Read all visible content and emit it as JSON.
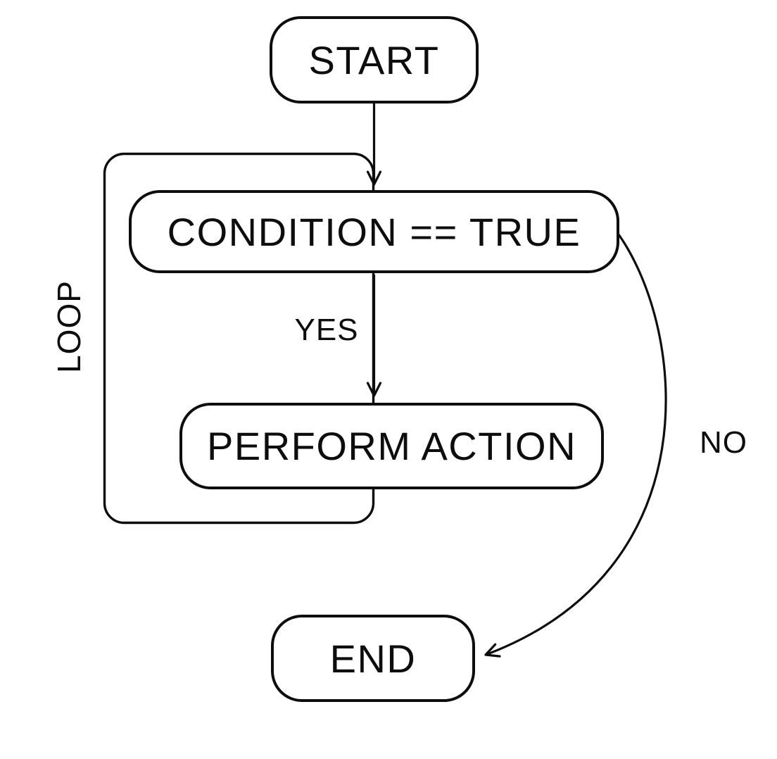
{
  "diagram": {
    "type": "flowchart",
    "background": "#ffffff",
    "stroke_color": "#0d0d0d"
  },
  "nodes": {
    "start": {
      "label": "START"
    },
    "condition": {
      "label": "CONDITION == TRUE"
    },
    "action": {
      "label": "PERFORM ACTION"
    },
    "end": {
      "label": "END"
    }
  },
  "edges": {
    "start_to_condition": {
      "label": ""
    },
    "condition_to_action": {
      "label": "YES"
    },
    "condition_to_end": {
      "label": "NO"
    }
  },
  "loop": {
    "label": "LOOP"
  }
}
